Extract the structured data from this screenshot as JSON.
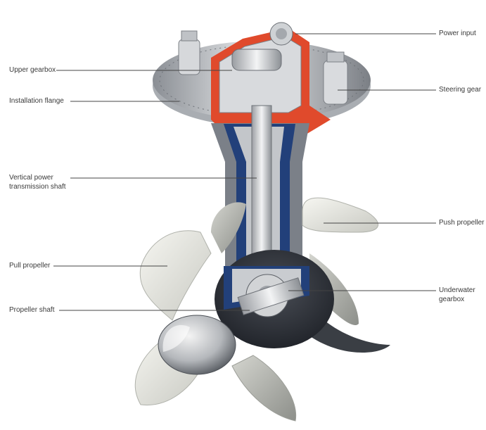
{
  "labels": {
    "power_input": "Power input",
    "upper_gearbox": "Upper gearbox",
    "installation_flange": "Installation flange",
    "steering_gear": "Steering gear",
    "vertical_shaft_line1": "Vertical power",
    "vertical_shaft_line2": "transmission shaft",
    "push_propeller": "Push propeller",
    "pull_propeller": "Pull propeller",
    "underwater_gearbox_line1": "Underwater",
    "underwater_gearbox_line2": "gearbox",
    "propeller_shaft": "Propeller shaft"
  },
  "colors": {
    "housing_red": "#e04a2c",
    "housing_blue": "#22407a",
    "metal": "#c9ccd0",
    "metal_dark": "#7d8187",
    "blade": "#e7e8e1",
    "leader": "#444444"
  }
}
